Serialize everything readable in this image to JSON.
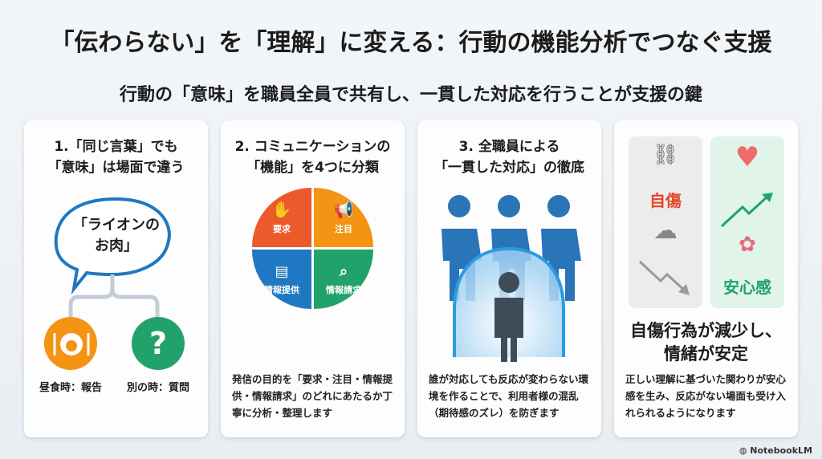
{
  "title": "「伝わらない」を「理解」に変える：行動の機能分析でつなぐ支援",
  "subtitle": "行動の「意味」を職員全員で共有し、一貫した対応を行うことが支援の鍵",
  "cards": [
    {
      "heading_l1": "1.「同じ言葉」でも",
      "heading_l2": "「意味」は場面で違う",
      "bubble_l1": "「ライオンの",
      "bubble_l2": "お肉」",
      "branch_left": "昼食時：報告",
      "branch_right": "別の時：質問"
    },
    {
      "heading_l1": "2. コミュニケーションの",
      "heading_l2": "「機能」を4つに分類",
      "quadrants": [
        {
          "label": "要求",
          "color": "#ec5a2c"
        },
        {
          "label": "注目",
          "color": "#f39414"
        },
        {
          "label": "情報提供",
          "color": "#1f78c1"
        },
        {
          "label": "情報請求",
          "color": "#21a26a"
        }
      ],
      "body": "発信の目的を「要求・注目・情報提供・情報請求」のどれにあたるか丁寧に分析・整理します"
    },
    {
      "heading_l1": "3. 全職員による",
      "heading_l2": "「一貫した対応」の徹底",
      "body": "誰が対応しても反応が変わらない環境を作ることで、利用者様の混乱（期待感のズレ）を防ぎます"
    },
    {
      "before_label": "自傷",
      "after_label": "安心感",
      "result_l1": "自傷行為が減少し、",
      "result_l2": "情緒が安定",
      "body": "正しい理解に基づいた関わりが安心感を生み、反応がない場面も受け入れられるようになります"
    }
  ],
  "footer": "NotebookLM"
}
